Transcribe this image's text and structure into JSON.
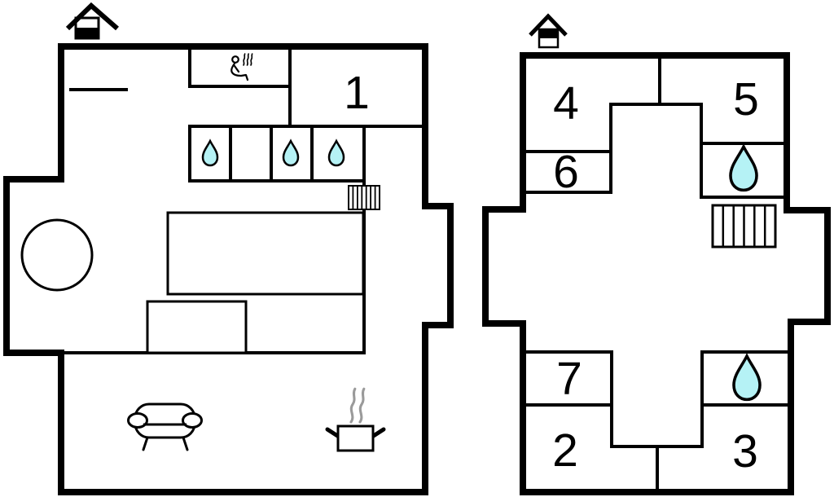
{
  "colors": {
    "background": "#ffffff",
    "walls": "#000000",
    "water": "#b5f2f5",
    "steam": "#9a9a9a"
  },
  "ground_floor": {
    "rooms": {
      "r1": "1"
    },
    "icons": {
      "entrance": "house-entrance-icon",
      "sauna": "sauna-person-steam-icon",
      "shower_drops": "water-drop-icon",
      "stairs": "stairs-icon",
      "pool": "swimming-pool",
      "hot_tub": "round-hot-tub",
      "sofa": "sofa-icon",
      "stove": "cooking-pot-with-steam-icon"
    }
  },
  "upper_floor": {
    "rooms": {
      "r2": "2",
      "r3": "3",
      "r4": "4",
      "r5": "5",
      "r6": "6",
      "r7": "7"
    },
    "icons": {
      "entrance": "house-entrance-icon",
      "bathroom_drops": "water-drop-icon",
      "stairs": "stairs-icon"
    }
  }
}
